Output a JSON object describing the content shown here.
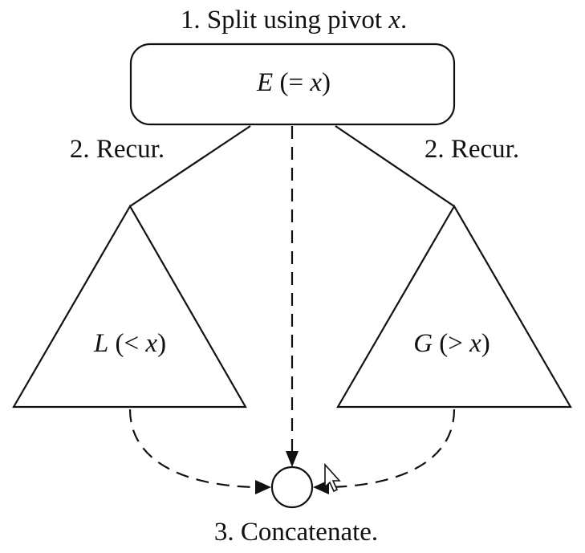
{
  "diagram": {
    "step1": {
      "text": "1. Split using pivot ",
      "var": "x",
      "end": "."
    },
    "pivot_box": {
      "var": "E",
      "rest": " (= ",
      "x": "x",
      "close": ")"
    },
    "recur_left": "2. Recur.",
    "recur_right": "2. Recur.",
    "left_subset": {
      "var": "L",
      "rest": " (< ",
      "x": "x",
      "close": ")"
    },
    "right_subset": {
      "var": "G",
      "rest": " (> ",
      "x": "x",
      "close": ")"
    },
    "step3": "3. Concatenate."
  },
  "icons": {
    "cursor": "mouse-pointer-icon"
  },
  "colors": {
    "ink": "#111111",
    "background": "#ffffff"
  }
}
